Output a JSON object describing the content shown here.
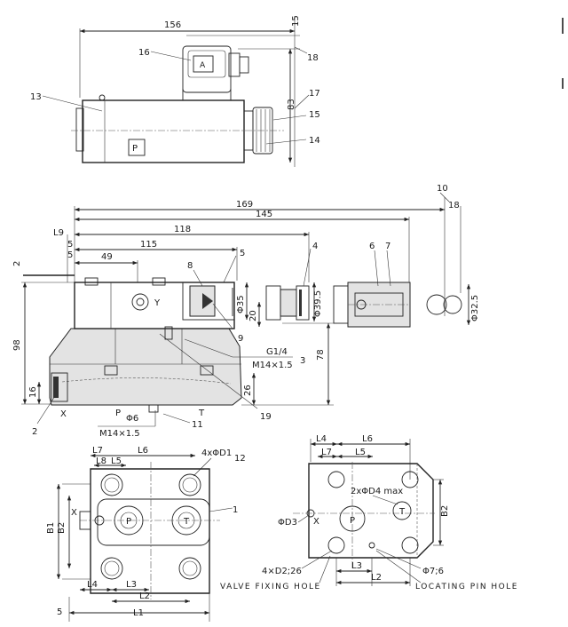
{
  "top_view": {
    "dims": {
      "d156": "156",
      "d15": "15",
      "d83": "83"
    },
    "balloons": {
      "b16": "16",
      "b18": "18",
      "b13": "13",
      "b17": "17",
      "b15": "15",
      "b14": "14"
    },
    "coil_letters": {
      "a": "A",
      "p": "P"
    }
  },
  "side_view": {
    "dims": {
      "d169": "169",
      "d145": "145",
      "d118": "118",
      "d115": "115",
      "d49": "49",
      "d10": "10",
      "d18": "18",
      "L9": "L9",
      "d5a": "5",
      "d5b": "5",
      "d2": "2",
      "d98": "98",
      "d16": "16",
      "d20": "20",
      "d35": "Φ35",
      "d395": "Φ39.5",
      "d325": "Φ32.5",
      "d78": "78",
      "d26": "26",
      "g14": "G1/4",
      "m14a": "M14×1.5",
      "m14b": "M14×1.5",
      "phi6": "Φ6"
    },
    "balloons": {
      "b4": "4",
      "b6": "6",
      "b7": "7",
      "b8": "8",
      "b5": "5",
      "b9": "9",
      "b3": "3",
      "b19": "19",
      "b11": "11",
      "b2": "2"
    },
    "ports": {
      "x": "X",
      "p": "P",
      "t": "T",
      "y": "Y"
    }
  },
  "bottom_view": {
    "dims": {
      "L7": "L7",
      "L8": "L8",
      "L5": "L5",
      "L6": "L6",
      "L4": "L4",
      "L3": "L3",
      "L2": "L2",
      "L1": "L1",
      "B1": "B1",
      "B2": "B2",
      "d5": "5",
      "hole": "4xΦD1"
    },
    "balloons": {
      "b12": "12",
      "b1": "1"
    },
    "ports": {
      "x": "X",
      "p": "P",
      "t": "T"
    }
  },
  "mounting_face": {
    "dims": {
      "L4": "L4",
      "L6": "L6",
      "L7": "L7",
      "L5": "L5",
      "L3": "L3",
      "L2": "L2",
      "B2": "B2",
      "d3": "ΦD3",
      "d4": "2xΦD4 max",
      "d2": "4×D2;26",
      "d7": "Φ7;6"
    },
    "ports": {
      "x": "X",
      "p": "P",
      "t": "T"
    },
    "captions": {
      "valve_fixing_hole": "VALVE FIXING HOLE",
      "locating_pin_hole": "LOCATING PIN HOLE"
    }
  }
}
